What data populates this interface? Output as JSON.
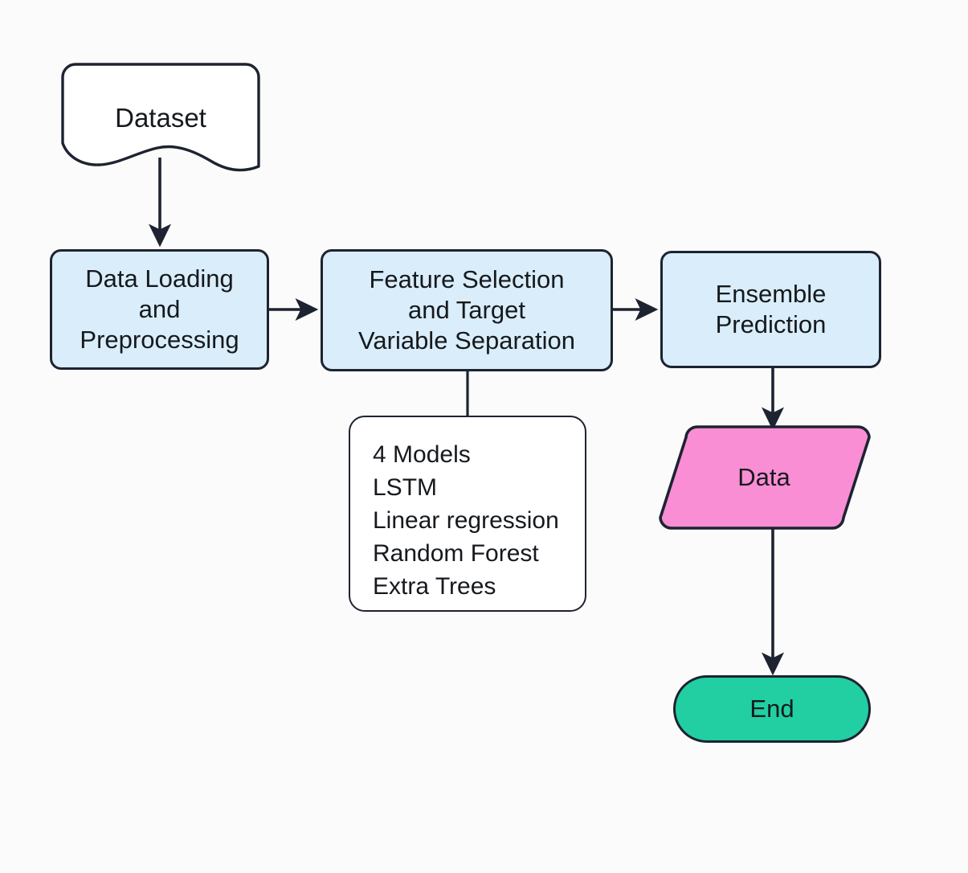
{
  "diagram": {
    "type": "flowchart",
    "title": "Machine Learning Pipeline Flowchart",
    "background_color": "#fbfbfb",
    "stroke_color": "#1d2330",
    "colors": {
      "process_fill": "#d9edfa",
      "note_fill": "#ffffff",
      "data_fill": "#f98ed4",
      "end_fill": "#21cfa2",
      "text": "#16191d"
    }
  },
  "nodes": {
    "dataset": {
      "label": "Dataset",
      "shape": "document",
      "fill": "#ffffff"
    },
    "data_loading": {
      "label": "Data Loading and Preprocessing",
      "line1": "Data Loading",
      "line2": "and",
      "line3": "Preprocessing",
      "shape": "rounded-rectangle",
      "fill": "#d9edfa"
    },
    "feature_selection": {
      "label": "Feature Selection and Target Variable Separation",
      "line1": "Feature Selection",
      "line2": "and Target",
      "line3": "Variable Separation",
      "shape": "rounded-rectangle",
      "fill": "#d9edfa"
    },
    "ensemble_prediction": {
      "label": "Ensemble Prediction",
      "line1": "Ensemble",
      "line2": "Prediction",
      "shape": "rounded-rectangle",
      "fill": "#d9edfa"
    },
    "models": {
      "heading": "4 Models",
      "items": [
        "LSTM",
        "Linear regression",
        "Random Forest",
        "Extra Trees"
      ],
      "shape": "rounded-rectangle-note",
      "fill": "#ffffff"
    },
    "data": {
      "label": "Data",
      "shape": "parallelogram",
      "fill": "#f98ed4"
    },
    "end": {
      "label": "End",
      "shape": "stadium",
      "fill": "#21cfa2"
    }
  },
  "edges": [
    {
      "from": "dataset",
      "to": "data_loading",
      "arrow": true,
      "direction": "down"
    },
    {
      "from": "data_loading",
      "to": "feature_selection",
      "arrow": true,
      "direction": "right"
    },
    {
      "from": "feature_selection",
      "to": "ensemble_prediction",
      "arrow": true,
      "direction": "right"
    },
    {
      "from": "feature_selection",
      "to": "models",
      "arrow": false,
      "direction": "down"
    },
    {
      "from": "ensemble_prediction",
      "to": "data",
      "arrow": true,
      "direction": "down"
    },
    {
      "from": "data",
      "to": "end",
      "arrow": true,
      "direction": "down"
    }
  ]
}
